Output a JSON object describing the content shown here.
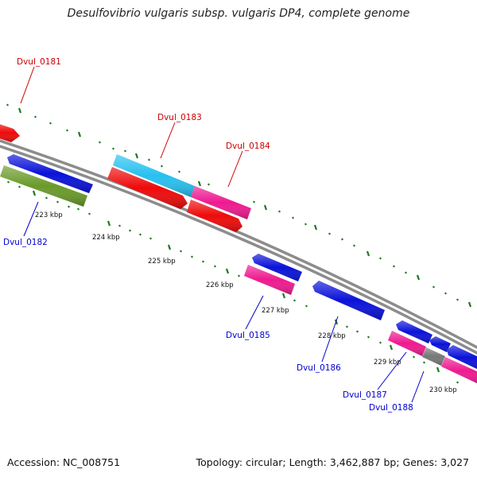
{
  "title": "Desulfovibrio vulgaris subsp. vulgaris DP4, complete genome",
  "footer": {
    "accession": "Accession: NC_008751",
    "stats": "Topology: circular; Length: 3,462,887 bp; Genes: 3,027"
  },
  "colors": {
    "backbone": "#8c8c8c",
    "tick": "#1e7a1e",
    "forward_label": "#cc0000",
    "reverse_label": "#0000cc",
    "blue_feature": "#0a12d8",
    "red_feature": "#ee0a0a",
    "cyan_feature": "#28c0f0",
    "magenta_feature": "#ee1a90",
    "olive_feature": "#6a9a2a",
    "gray_feature": "#777777"
  },
  "scale_labels": [
    "223 kbp",
    "224 kbp",
    "225 kbp",
    "226 kbp",
    "227 kbp",
    "228 kbp",
    "229 kbp",
    "230 kbp"
  ],
  "gene_labels": {
    "forward": [
      "Dvul_0181",
      "Dvul_0183",
      "Dvul_0184"
    ],
    "reverse": [
      "Dvul_0182",
      "Dvul_0185",
      "Dvul_0186",
      "Dvul_0187",
      "Dvul_0188"
    ]
  }
}
